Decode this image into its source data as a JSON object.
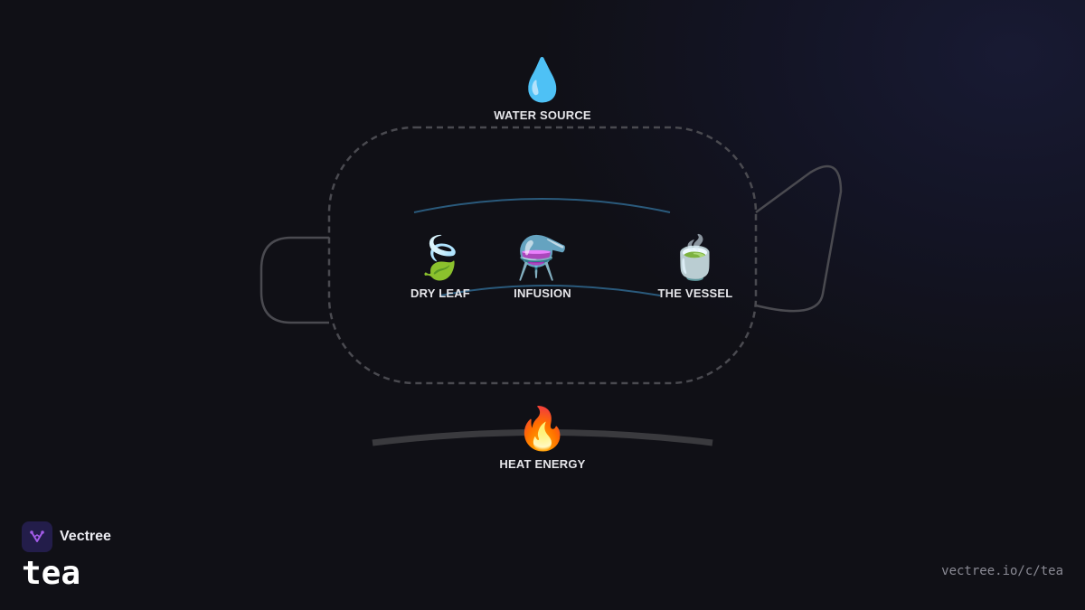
{
  "diagram": {
    "nodes": [
      {
        "id": "water-source",
        "icon": "water-drop-icon",
        "glyph": "💧",
        "label": "WATER SOURCE"
      },
      {
        "id": "dry-leaf",
        "icon": "leaf-icon",
        "glyph": "🍃",
        "label": "DRY LEAF"
      },
      {
        "id": "infusion",
        "icon": "flask-icon",
        "glyph": "⚗️",
        "label": "INFUSION"
      },
      {
        "id": "the-vessel",
        "icon": "teacup-icon",
        "glyph": "🍵",
        "label": "THE VESSEL"
      },
      {
        "id": "heat-energy",
        "icon": "fire-icon",
        "glyph": "🔥",
        "label": "HEAT ENERGY"
      }
    ],
    "colors": {
      "outline": "#4a4a50",
      "flow": "#2a5a7c",
      "heat_bar": "#3a3a3e",
      "label": "#e6e6ea"
    }
  },
  "brand": {
    "name": "Vectree",
    "topic": "tea",
    "logo_icon": "vectree-logo-icon",
    "logo_bg": "#231d4a",
    "logo_accent": "#a35ce8"
  },
  "footer": {
    "url": "vectree.io/c/tea"
  }
}
